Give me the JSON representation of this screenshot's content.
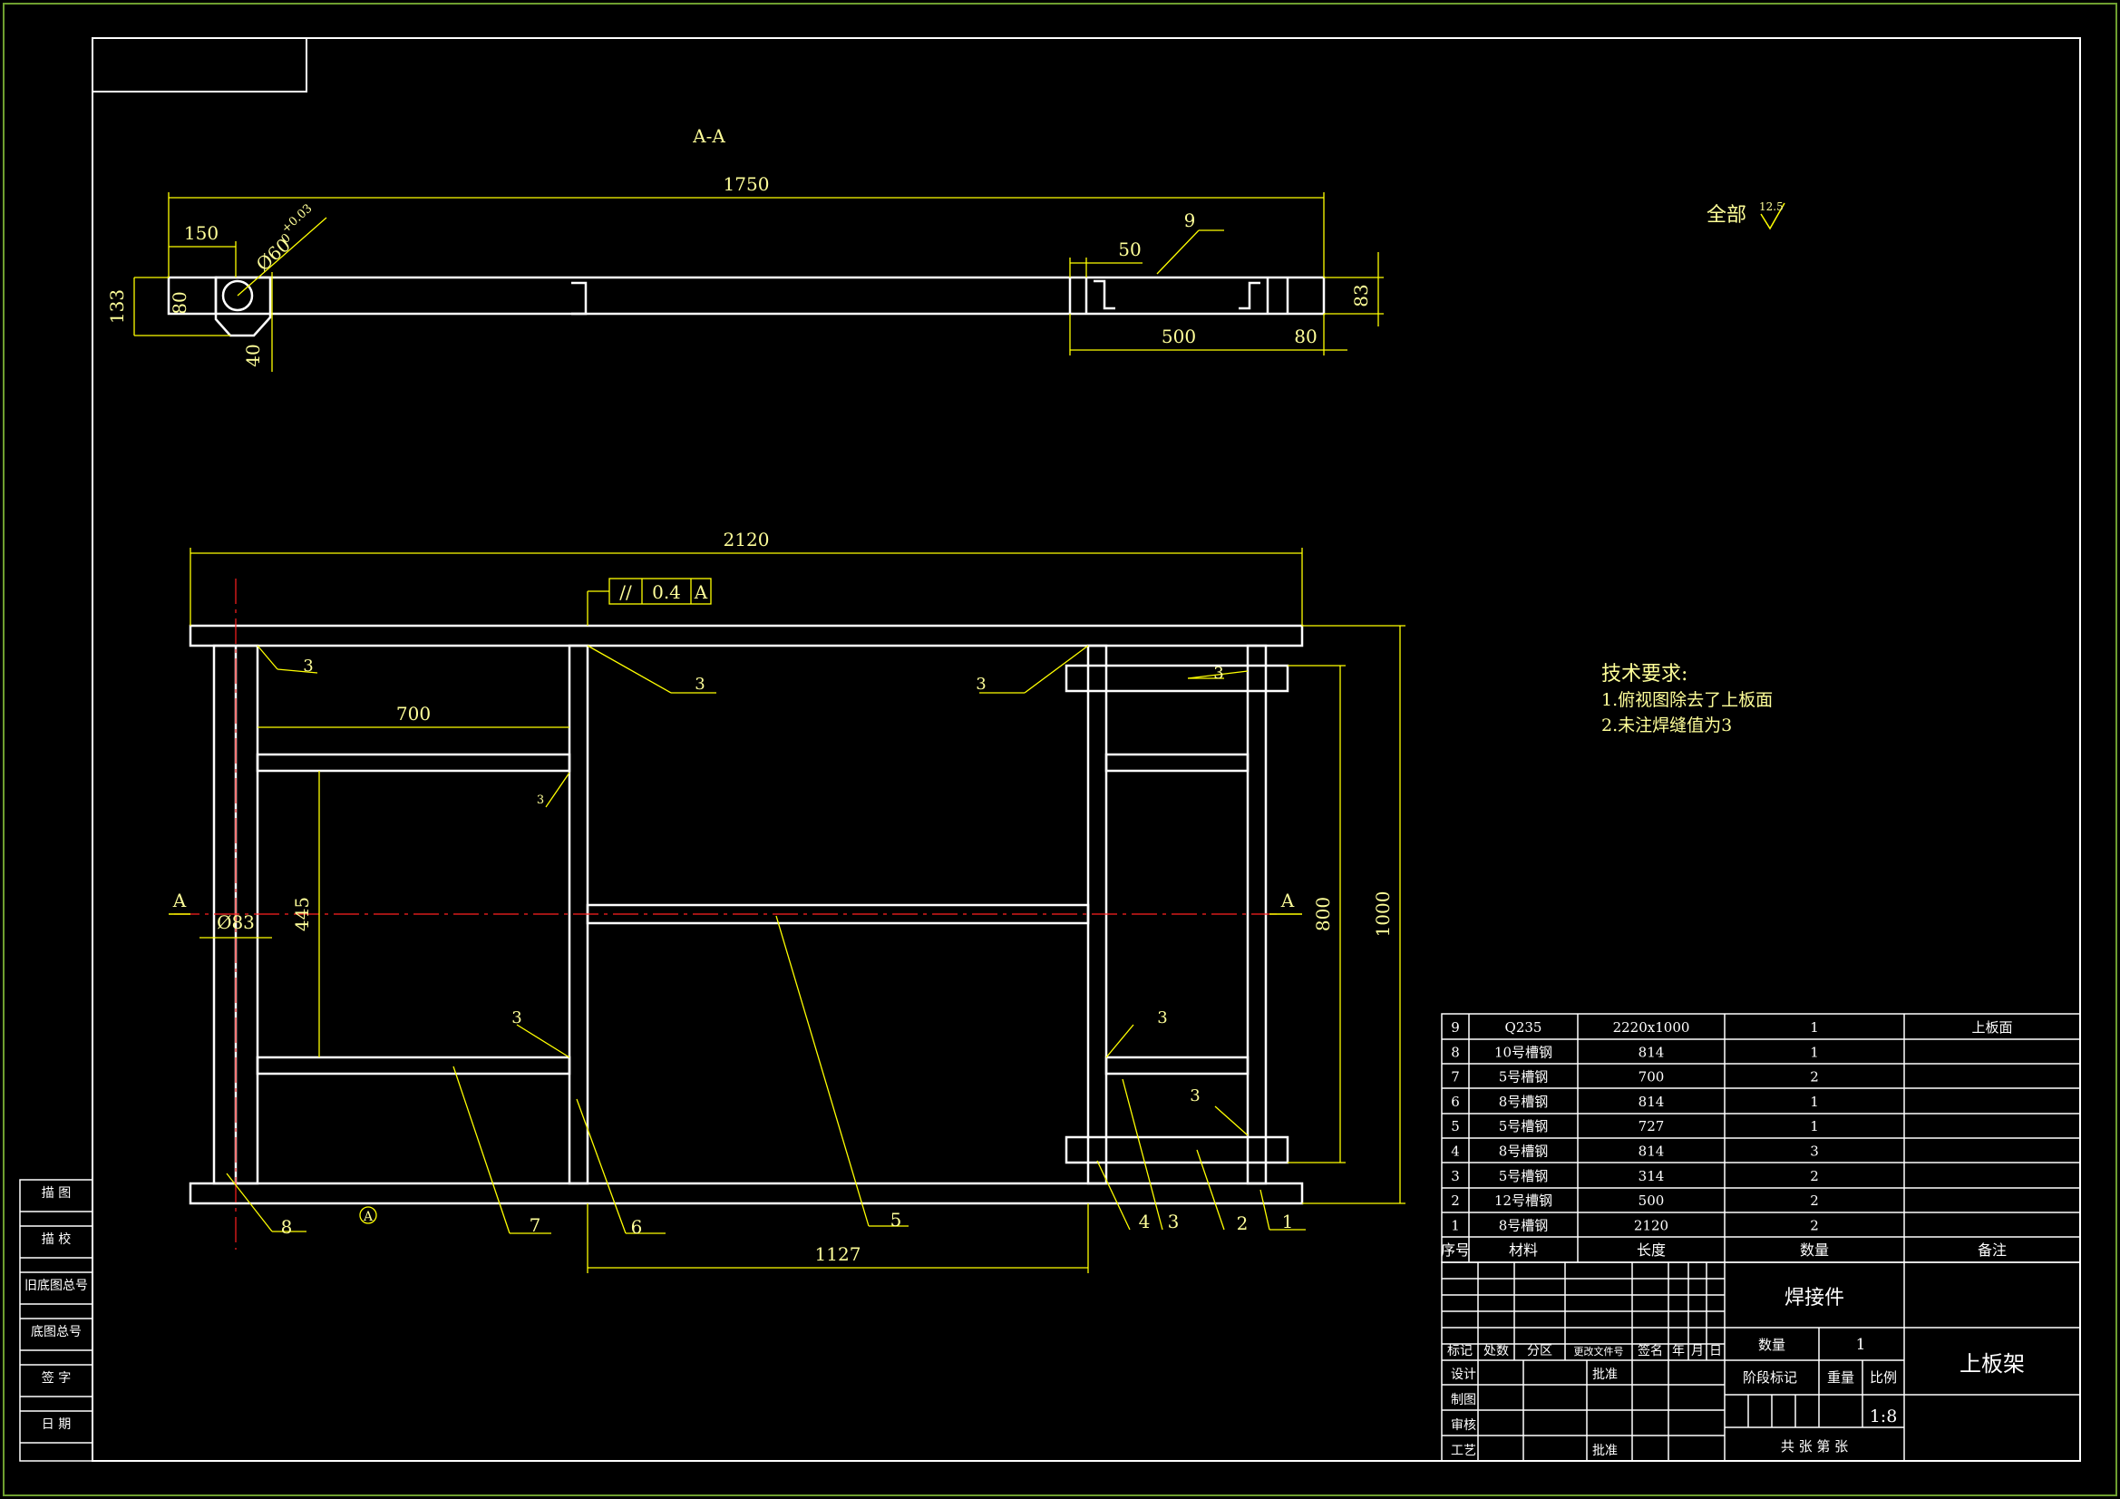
{
  "colors": {
    "background": "#000000",
    "outline": "#ffffff",
    "dimension": "#ffff00",
    "dimension_text": "#ffff99",
    "center_line": "#ff2020",
    "sheet_border": "#6f9f2f"
  },
  "section_view": {
    "label": "A-A",
    "dims": {
      "overall_length": "1750",
      "hole_offset": "150",
      "hole_dia": "Ø60",
      "hole_tol_upper": "+0.03",
      "hole_tol_lower": "0",
      "left_height": "133",
      "left_block": "80",
      "bottom_offset": "40",
      "right_gap": "50",
      "right_span": "500",
      "right_end": "80",
      "right_height": "83"
    },
    "part_balloon": "9"
  },
  "roughness_note": {
    "label": "全部",
    "value": "12.5"
  },
  "plan_view": {
    "dims": {
      "overall_width": "2120",
      "inner_width": "700",
      "inner_height": "445",
      "center_span": "1127",
      "right_inner_height": "800",
      "overall_height": "1000",
      "pipe_dia": "Ø83"
    },
    "tolerance_frame": {
      "symbol": "//",
      "value": "0.4",
      "datum": "A"
    },
    "section_mark": "A",
    "datum_mark": "A",
    "weld_size": "3",
    "balloons": [
      "8",
      "7",
      "6",
      "5",
      "4",
      "3",
      "2",
      "1"
    ]
  },
  "tech_requirements": {
    "title": "技术要求:",
    "items": [
      "1.俯视图除去了上板面",
      "2.未注焊缝值为3"
    ]
  },
  "side_stamp": [
    "描 图",
    "描 校",
    "旧底图总号",
    "底图总号",
    "签 字",
    "日 期"
  ],
  "bom": {
    "rows": [
      {
        "no": "9",
        "material": "Q235",
        "length": "2220x1000",
        "qty": "1",
        "note": "上板面"
      },
      {
        "no": "8",
        "material": "10号槽钢",
        "length": "814",
        "qty": "1",
        "note": ""
      },
      {
        "no": "7",
        "material": "5号槽钢",
        "length": "700",
        "qty": "2",
        "note": ""
      },
      {
        "no": "6",
        "material": "8号槽钢",
        "length": "814",
        "qty": "1",
        "note": ""
      },
      {
        "no": "5",
        "material": "5号槽钢",
        "length": "727",
        "qty": "1",
        "note": ""
      },
      {
        "no": "4",
        "material": "8号槽钢",
        "length": "814",
        "qty": "3",
        "note": ""
      },
      {
        "no": "3",
        "material": "5号槽钢",
        "length": "314",
        "qty": "2",
        "note": ""
      },
      {
        "no": "2",
        "material": "12号槽钢",
        "length": "500",
        "qty": "2",
        "note": ""
      },
      {
        "no": "1",
        "material": "8号槽钢",
        "length": "2120",
        "qty": "2",
        "note": ""
      }
    ],
    "headers": {
      "no": "序号",
      "material": "材料",
      "length": "长度",
      "qty": "数量",
      "note": "备注"
    }
  },
  "title_block": {
    "part_type": "焊接件",
    "drawing_name": "上板架",
    "quantity_label": "数量",
    "quantity_value": "1",
    "stage_label": "阶段标记",
    "weight_label": "重量",
    "scale_label": "比例",
    "scale_value": "1:8",
    "sheet_text": "共 张  第 张",
    "revision_headers": [
      "标记",
      "处数",
      "分区",
      "更改文件号",
      "签名",
      "年",
      "月",
      "日"
    ],
    "roles": [
      "设计",
      "制图",
      "审核",
      "工艺"
    ],
    "approve_label": "批准"
  }
}
